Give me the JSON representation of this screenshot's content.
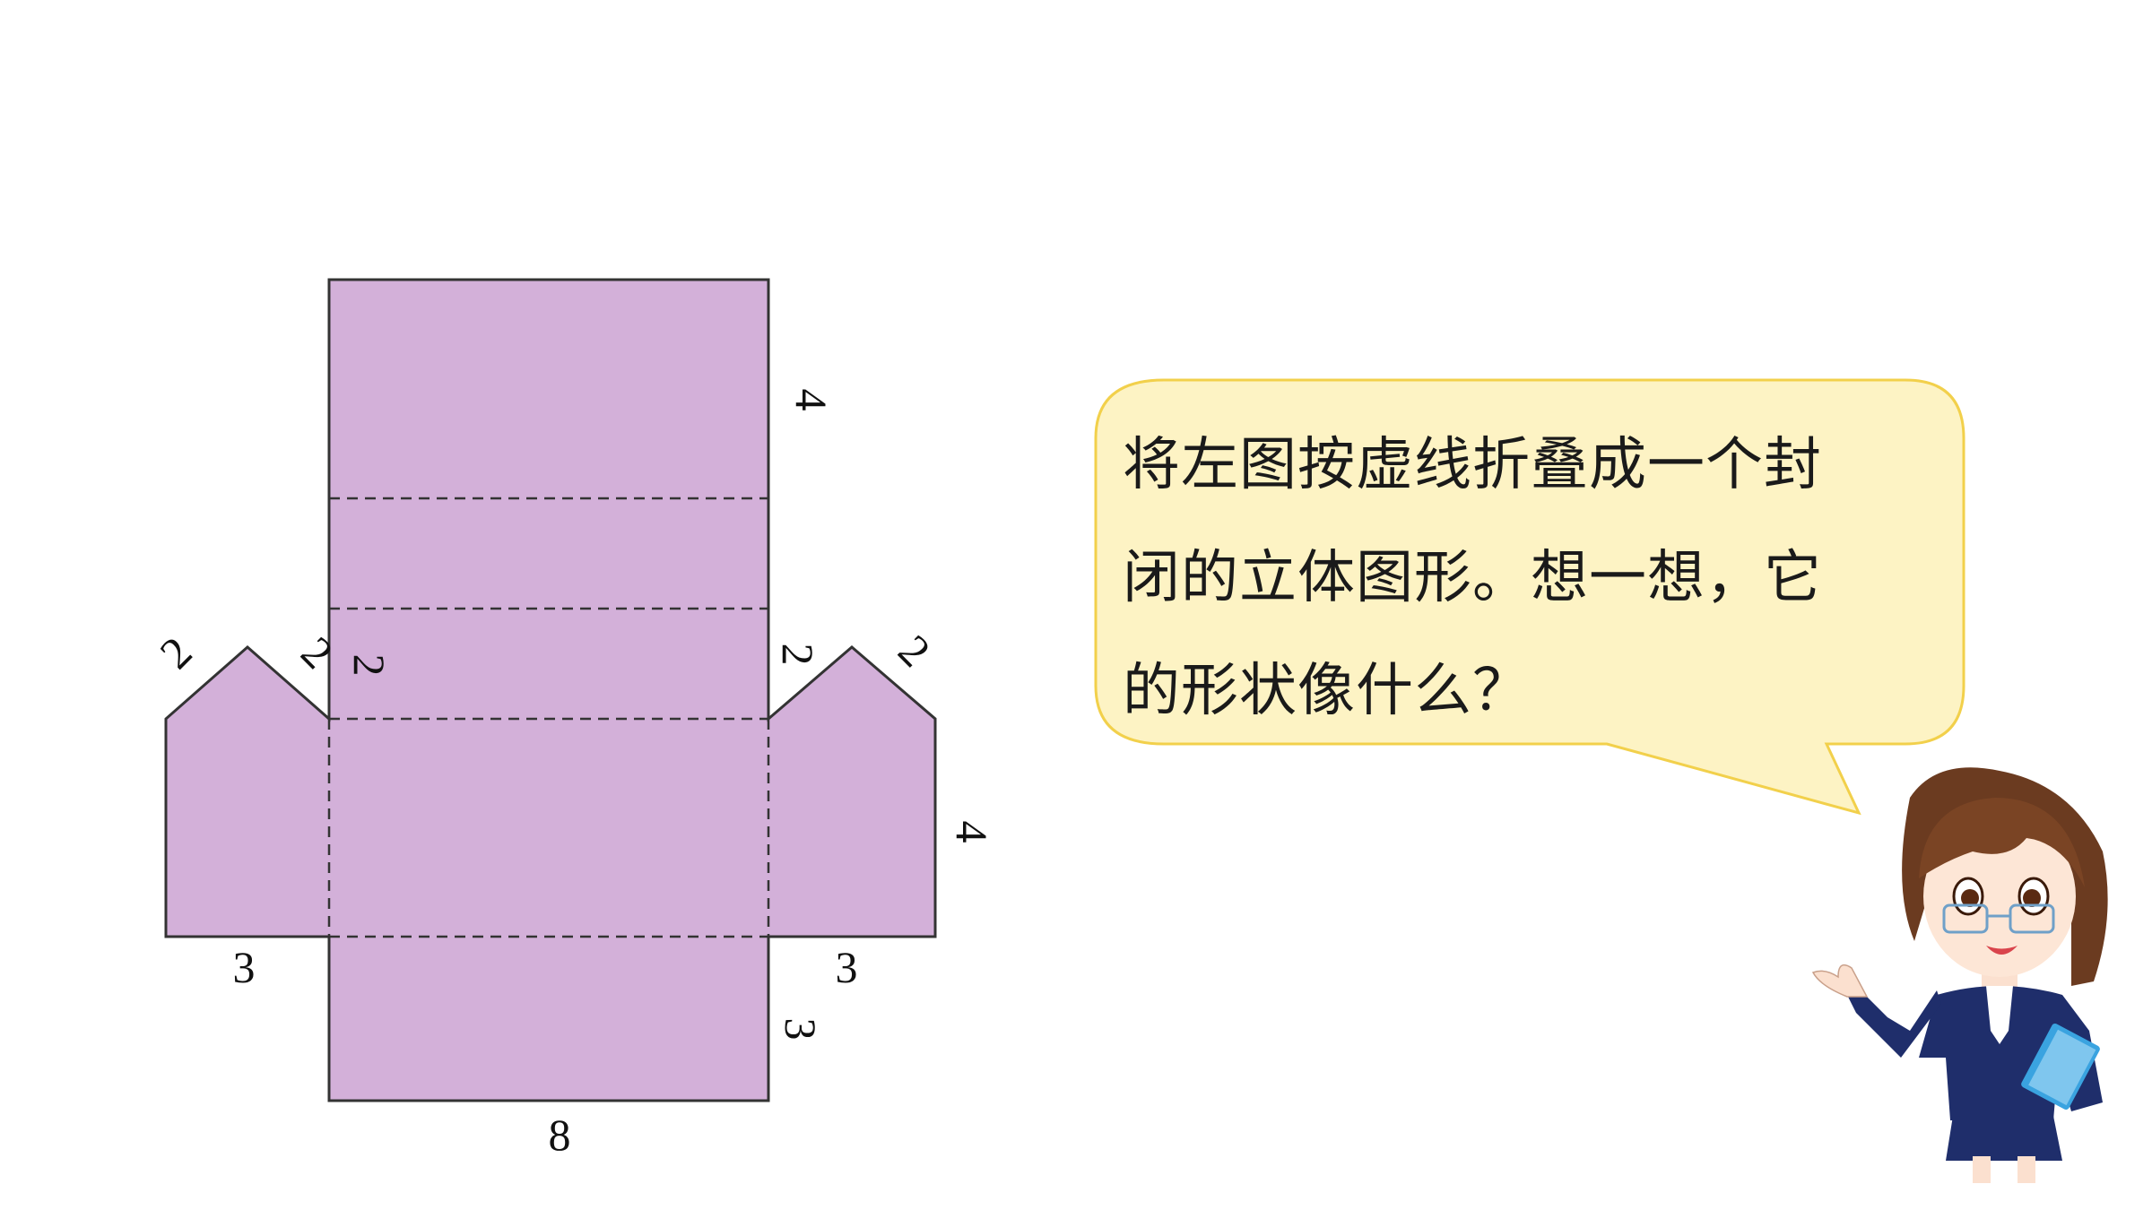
{
  "net": {
    "fill": "#d3b0d9",
    "stroke": "#333333",
    "labels": {
      "top_right": "4",
      "upper_mid_left": "2",
      "tri_left_outer": "2",
      "tri_left_inner": "2",
      "tri_right_inner": "2",
      "tri_right_outer": "2",
      "right_wing_side": "4",
      "left_wing_bottom": "3",
      "right_wing_bottom": "3",
      "bottom_right": "3",
      "bottom": "8"
    }
  },
  "bubble": {
    "fill": "#fdf3c4",
    "border": "#f2d04b",
    "lines": [
      "将左图按虚线折叠成一个封",
      "闭的立体图形。想一想，它",
      "的形状像什么？"
    ]
  }
}
